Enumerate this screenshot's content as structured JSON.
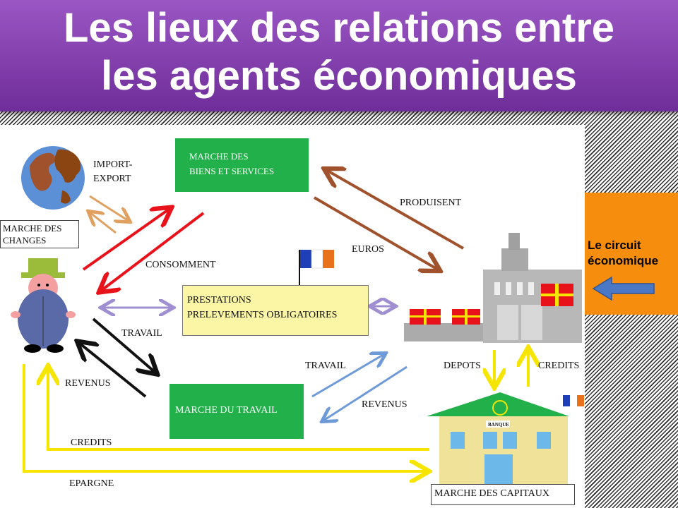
{
  "title": {
    "line1": "Les lieux des relations entre",
    "line2": "les agents économiques"
  },
  "side_label": {
    "line1": "Le circuit",
    "line2": "économique"
  },
  "boxes": {
    "biens_line1": "MARCHE DES",
    "biens_line2": "BIENS ET SERVICES",
    "prestations_line1": "PRESTATIONS",
    "prestations_line2": "PRELEVEMENTS OBLIGATOIRES",
    "travail": "MARCHE DU TRAVAIL",
    "capitaux": "MARCHE DES CAPITAUX",
    "changes_line1": "MARCHE DES",
    "changes_line2": "CHANGES",
    "banque": "BANQUE"
  },
  "labels": {
    "import1": "IMPORT-",
    "import2": "EXPORT",
    "consomment": "CONSOMMENT",
    "euros": "EUROS",
    "produisent": "PRODUISENT",
    "travail_left": "TRAVAIL",
    "revenus_left": "REVENUS",
    "travail_right": "TRAVAIL",
    "revenus_right": "REVENUS",
    "depots": "DEPOTS",
    "credits_right": "CREDITS",
    "credits_bottom": "CREDITS",
    "epargne": "EPARGNE"
  },
  "colors": {
    "banner": "#7e3aae",
    "green": "#22b04a",
    "yellow_box": "#fbf6a6",
    "orange": "#f78d0d",
    "blue_arrow": "#4a78c4",
    "red": "#e8121b",
    "brown": "#a0522d",
    "lavender": "#a08fd0",
    "yellow_arrow": "#f5e500",
    "light_blue": "#6f9ad8"
  }
}
